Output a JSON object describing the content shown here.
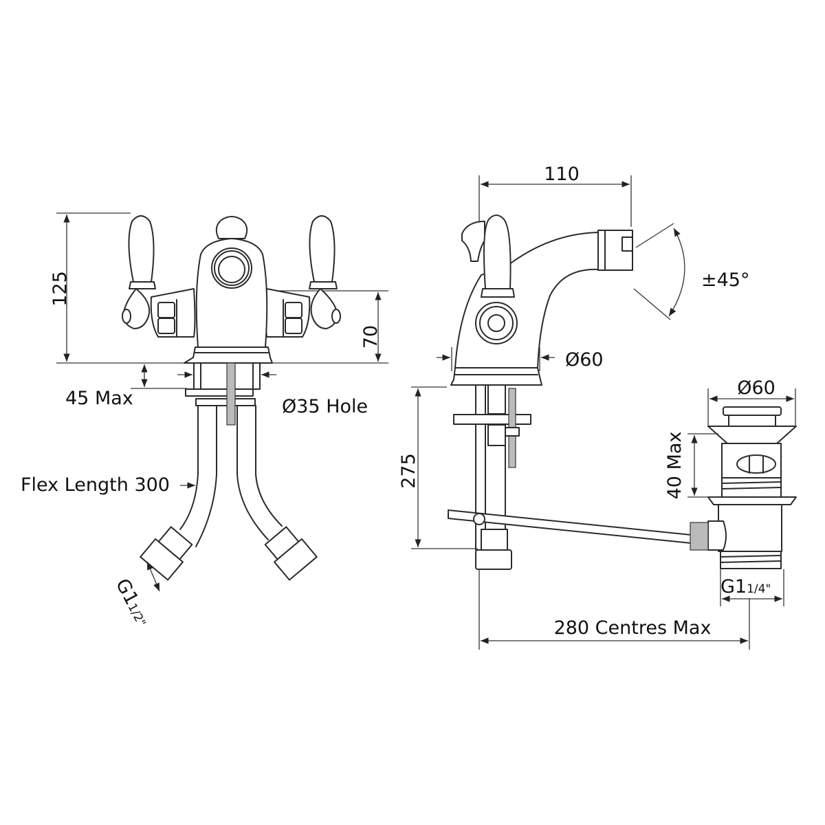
{
  "front_view": {
    "height_total": "125",
    "height_spout": "70",
    "deck_thickness": "45 Max",
    "hole_diameter": "Ø35 Hole",
    "flex_length": "Flex Length 300",
    "inlet_thread_main": "G1",
    "inlet_thread_fraction": "1/2\""
  },
  "side_view": {
    "projection": "110",
    "swivel_angle": "±45°",
    "base_diameter": "Ø60",
    "rod_length": "275",
    "centres": "280 Centres Max"
  },
  "waste_view": {
    "diameter": "Ø60",
    "deck_thickness": "40 Max",
    "thread_main": "G1",
    "thread_fraction": "1/4\""
  }
}
